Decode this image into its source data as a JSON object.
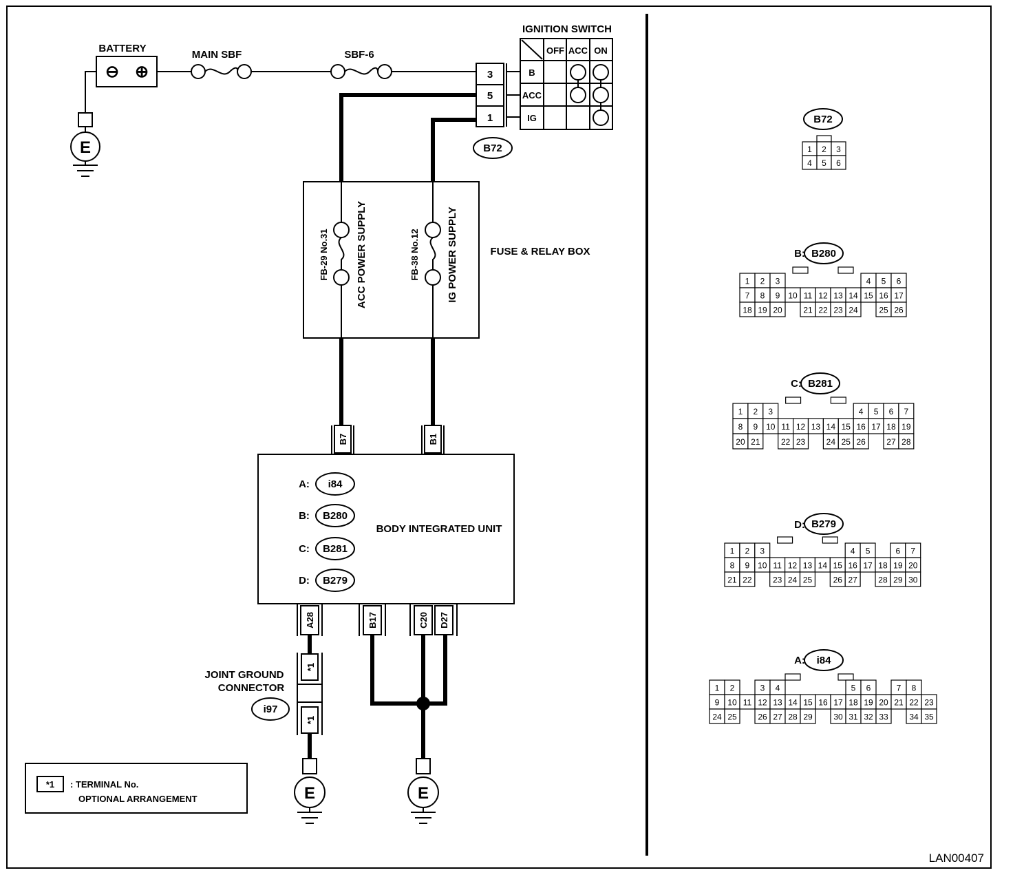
{
  "left": {
    "battery": {
      "label": "BATTERY",
      "minus": "⊖",
      "plus": "⊕"
    },
    "main_sbf": "MAIN SBF",
    "sbf6": "SBF-6",
    "ground_symbol": "E",
    "ignition_switch": {
      "title": "IGNITION SWITCH",
      "columns": [
        "OFF",
        "ACC",
        "ON"
      ],
      "rows": [
        {
          "pin": "3",
          "name": "B"
        },
        {
          "pin": "5",
          "name": "ACC"
        },
        {
          "pin": "1",
          "name": "IG"
        }
      ],
      "connector": "B72"
    },
    "fuse_box": {
      "label": "FUSE & RELAY BOX",
      "fuse1_id": "FB-29 No.31",
      "fuse1_name": "ACC POWER SUPPLY",
      "fuse2_id": "FB-38 No.12",
      "fuse2_name": "IG POWER SUPPLY"
    },
    "biu": {
      "label": "BODY INTEGRATED UNIT",
      "connectors": [
        {
          "prefix": "A:",
          "name": "i84"
        },
        {
          "prefix": "B:",
          "name": "B280"
        },
        {
          "prefix": "C:",
          "name": "B281"
        },
        {
          "prefix": "D:",
          "name": "B279"
        }
      ],
      "top_pins": [
        "B7",
        "B1"
      ],
      "bottom_pins": [
        "A28",
        "B17",
        "C20",
        "D27"
      ]
    },
    "joint_ground": {
      "line1": "JOINT GROUND",
      "line2": "CONNECTOR",
      "connector": "i97",
      "terminal": "*1"
    },
    "legend": {
      "symbol": "*1",
      "line1": ": TERMINAL No.",
      "line2": "OPTIONAL ARRANGEMENT"
    }
  },
  "right": {
    "b72": {
      "name": "B72",
      "rows": [
        [
          "1",
          "2",
          "3"
        ],
        [
          "4",
          "5",
          "6"
        ]
      ]
    },
    "b280": {
      "prefix": "B:",
      "name": "B280",
      "rows": [
        [
          "1",
          "2",
          "3",
          "",
          "",
          "",
          "",
          "",
          "4",
          "5",
          "6"
        ],
        [
          "7",
          "8",
          "9",
          "10",
          "11",
          "12",
          "13",
          "14",
          "15",
          "16",
          "17"
        ],
        [
          "18",
          "19",
          "20",
          "",
          "21",
          "22",
          "23",
          "24",
          "",
          "25",
          "26"
        ]
      ]
    },
    "b281": {
      "prefix": "C:",
      "name": "B281",
      "rows": [
        [
          "1",
          "2",
          "3",
          "",
          "",
          "",
          "",
          "",
          "4",
          "5",
          "6",
          "7"
        ],
        [
          "8",
          "9",
          "10",
          "11",
          "12",
          "13",
          "14",
          "15",
          "16",
          "17",
          "18",
          "19"
        ],
        [
          "20",
          "21",
          "",
          "22",
          "23",
          "",
          "24",
          "25",
          "26",
          "",
          "27",
          "28"
        ]
      ]
    },
    "b279": {
      "prefix": "D:",
      "name": "B279",
      "rows": [
        [
          "1",
          "2",
          "3",
          "",
          "",
          "",
          "",
          "",
          "4",
          "5",
          "",
          "6",
          "7"
        ],
        [
          "8",
          "9",
          "10",
          "11",
          "12",
          "13",
          "14",
          "15",
          "16",
          "17",
          "18",
          "19",
          "20"
        ],
        [
          "21",
          "22",
          "",
          "23",
          "24",
          "25",
          "",
          "26",
          "27",
          "",
          "28",
          "29",
          "30"
        ]
      ]
    },
    "i84": {
      "prefix": "A:",
      "name": "i84",
      "rows": [
        [
          "1",
          "2",
          "",
          "3",
          "4",
          "",
          "",
          "",
          "",
          "5",
          "6",
          "",
          "7",
          "8"
        ],
        [
          "9",
          "10",
          "11",
          "12",
          "13",
          "14",
          "15",
          "16",
          "17",
          "18",
          "19",
          "20",
          "21",
          "22",
          "23"
        ],
        [
          "24",
          "25",
          "",
          "26",
          "27",
          "28",
          "29",
          "",
          "30",
          "31",
          "32",
          "33",
          "",
          "34",
          "35"
        ]
      ]
    }
  },
  "footer_code": "LAN00407"
}
